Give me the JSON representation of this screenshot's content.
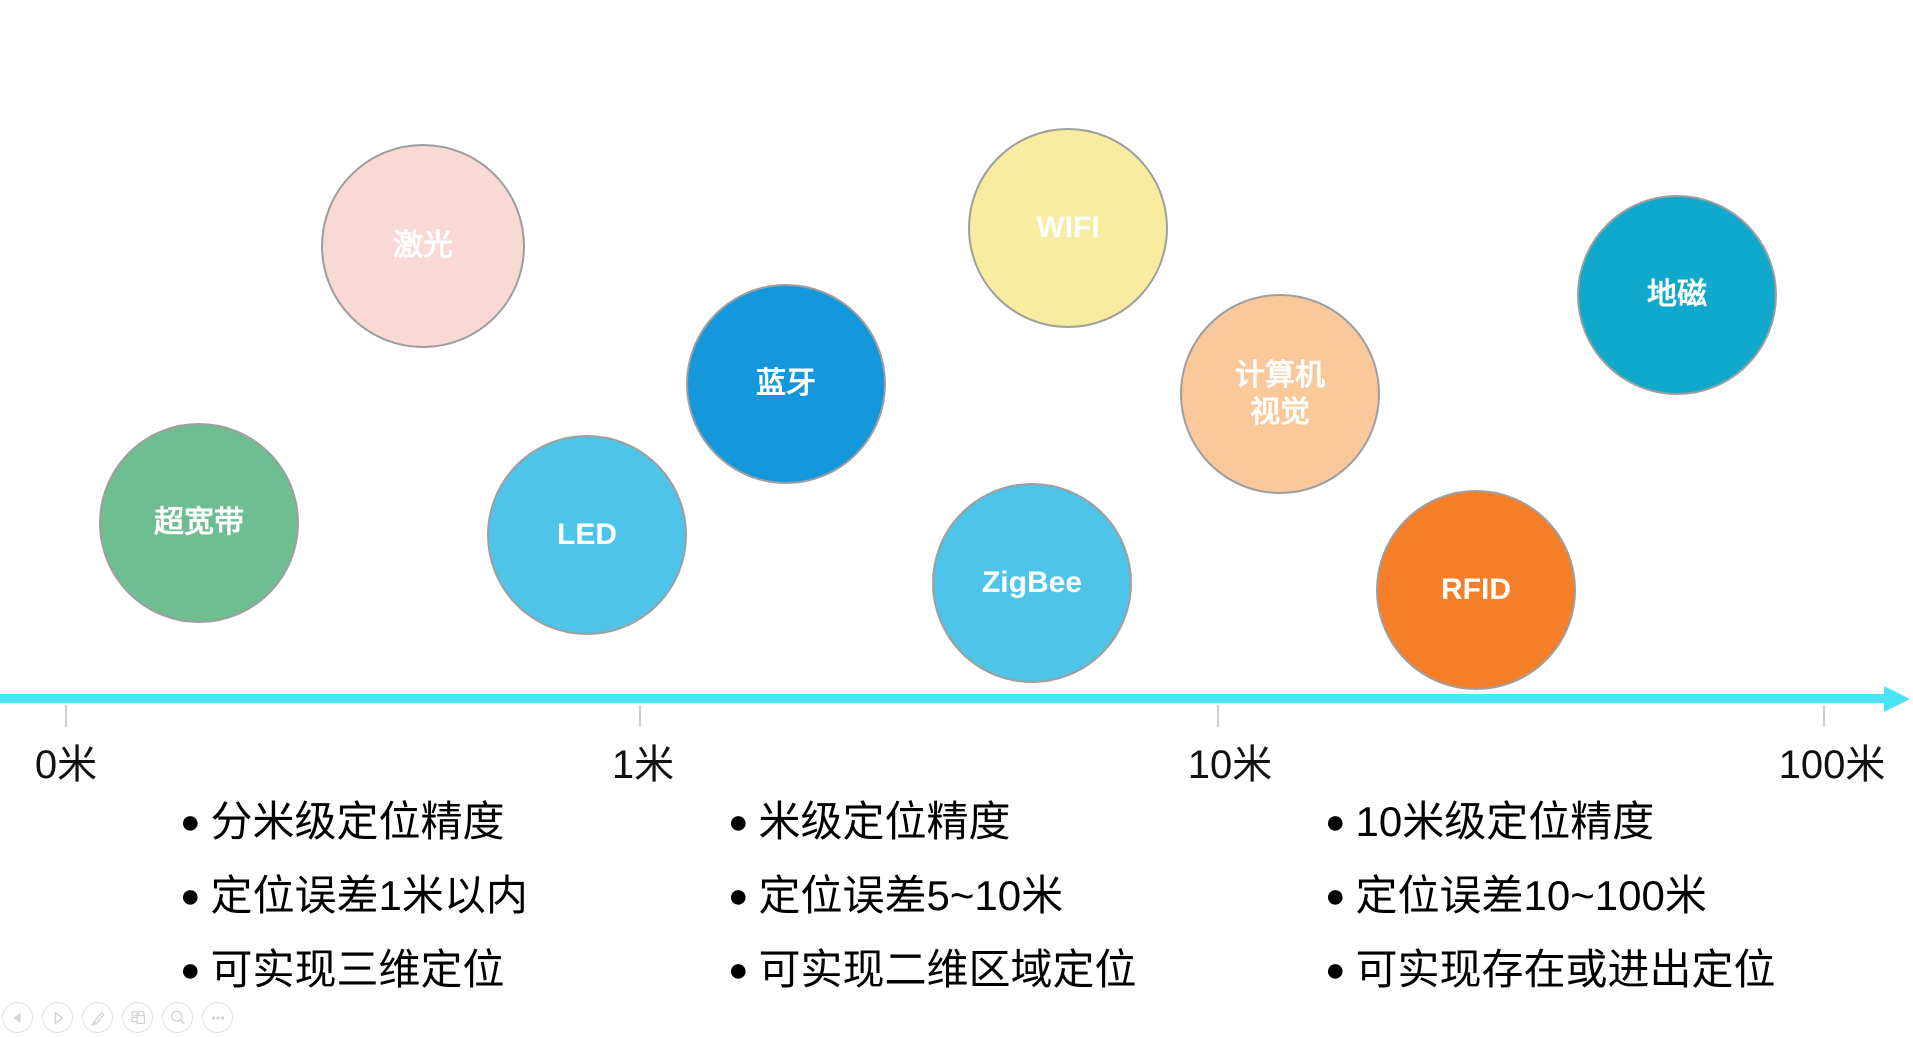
{
  "slide": {
    "bubbles": [
      {
        "label": "超宽带",
        "color": "#6FBE92"
      },
      {
        "label": "激光",
        "color": "#F8D9D4"
      },
      {
        "label": "LED",
        "color": "#4EC5E8"
      },
      {
        "label": "蓝牙",
        "color": "#1598DB"
      },
      {
        "label": "WIFI",
        "color": "#F8ECA0"
      },
      {
        "label": "ZigBee",
        "color": "#4EC5E8"
      },
      {
        "label": "计算机\n视觉",
        "color": "#F9C99C"
      },
      {
        "label": "RFID",
        "color": "#F57E28"
      },
      {
        "label": "地磁",
        "color": "#10A9CB"
      }
    ],
    "axis": {
      "color": "#4BE4F6",
      "tick_labels": [
        "0米",
        "1米",
        "10米",
        "100米"
      ]
    },
    "bullet_glyph": "●",
    "notes_columns": [
      {
        "items": [
          "分米级定位精度",
          "定位误差1米以内",
          "可实现三维定位"
        ]
      },
      {
        "items": [
          "米级定位精度",
          "定位误差5~10米",
          "可实现二维区域定位"
        ]
      },
      {
        "items": [
          "10米级定位精度",
          "定位误差10~100米",
          "可实现存在或进出定位"
        ]
      }
    ],
    "toolbar": {
      "buttons": [
        "previous",
        "next",
        "pen",
        "slides",
        "zoom",
        "more"
      ]
    }
  }
}
